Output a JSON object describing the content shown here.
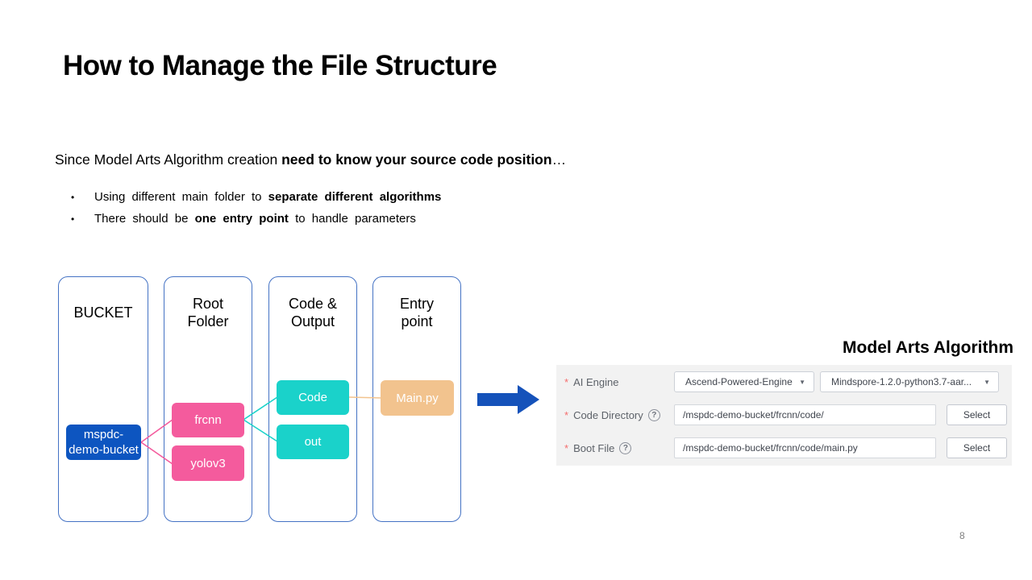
{
  "colors": {
    "column-border": "#4472c4",
    "bucket-blue": "#0d55c0",
    "pink": "#f45b9d",
    "cyan": "#1ad2ca",
    "tan": "#f2c38e",
    "arrow-blue": "#1552ba",
    "panel-bg": "#f2f2f2",
    "label-gray": "#5d6269",
    "asterisk-red": "#f56c6c"
  },
  "slide": {
    "title": "How to Manage the File Structure",
    "intro_normal": "Since Model Arts Algorithm creation ",
    "intro_bold": "need to know your source code position",
    "intro_suffix": "…",
    "bullets": [
      {
        "pre": "Using different main folder to ",
        "bold": "separate different  algorithms",
        "post": ""
      },
      {
        "pre": "There should be ",
        "bold": "one entry point",
        "post": " to handle parameters"
      }
    ],
    "page_number": "8"
  },
  "diagram": {
    "columns": [
      {
        "label": "BUCKET"
      },
      {
        "label": "Root\nFolder"
      },
      {
        "label": "Code &\nOutput"
      },
      {
        "label": "Entry\npoint"
      }
    ],
    "nodes": {
      "bucket": {
        "label": "mspdc-\ndemo-bucket"
      },
      "frcnn": {
        "label": "frcnn"
      },
      "yolov3": {
        "label": "yolov3"
      },
      "code": {
        "label": "Code"
      },
      "out": {
        "label": "out"
      },
      "main_py": {
        "label": "Main.py"
      }
    }
  },
  "form": {
    "heading": "Model Arts Algorithm",
    "required_mark": "*",
    "ai_engine": {
      "label": "AI Engine",
      "framework": "Ascend-Powered-Engine",
      "version": "Mindspore-1.2.0-python3.7-aar..."
    },
    "code_directory": {
      "label": "Code Directory",
      "value": "/mspdc-demo-bucket/frcnn/code/",
      "button": "Select"
    },
    "boot_file": {
      "label": "Boot File",
      "value": "/mspdc-demo-bucket/frcnn/code/main.py",
      "button": "Select"
    }
  },
  "icons": {
    "help": "?",
    "caret_down": "▼",
    "bullet": "•"
  }
}
